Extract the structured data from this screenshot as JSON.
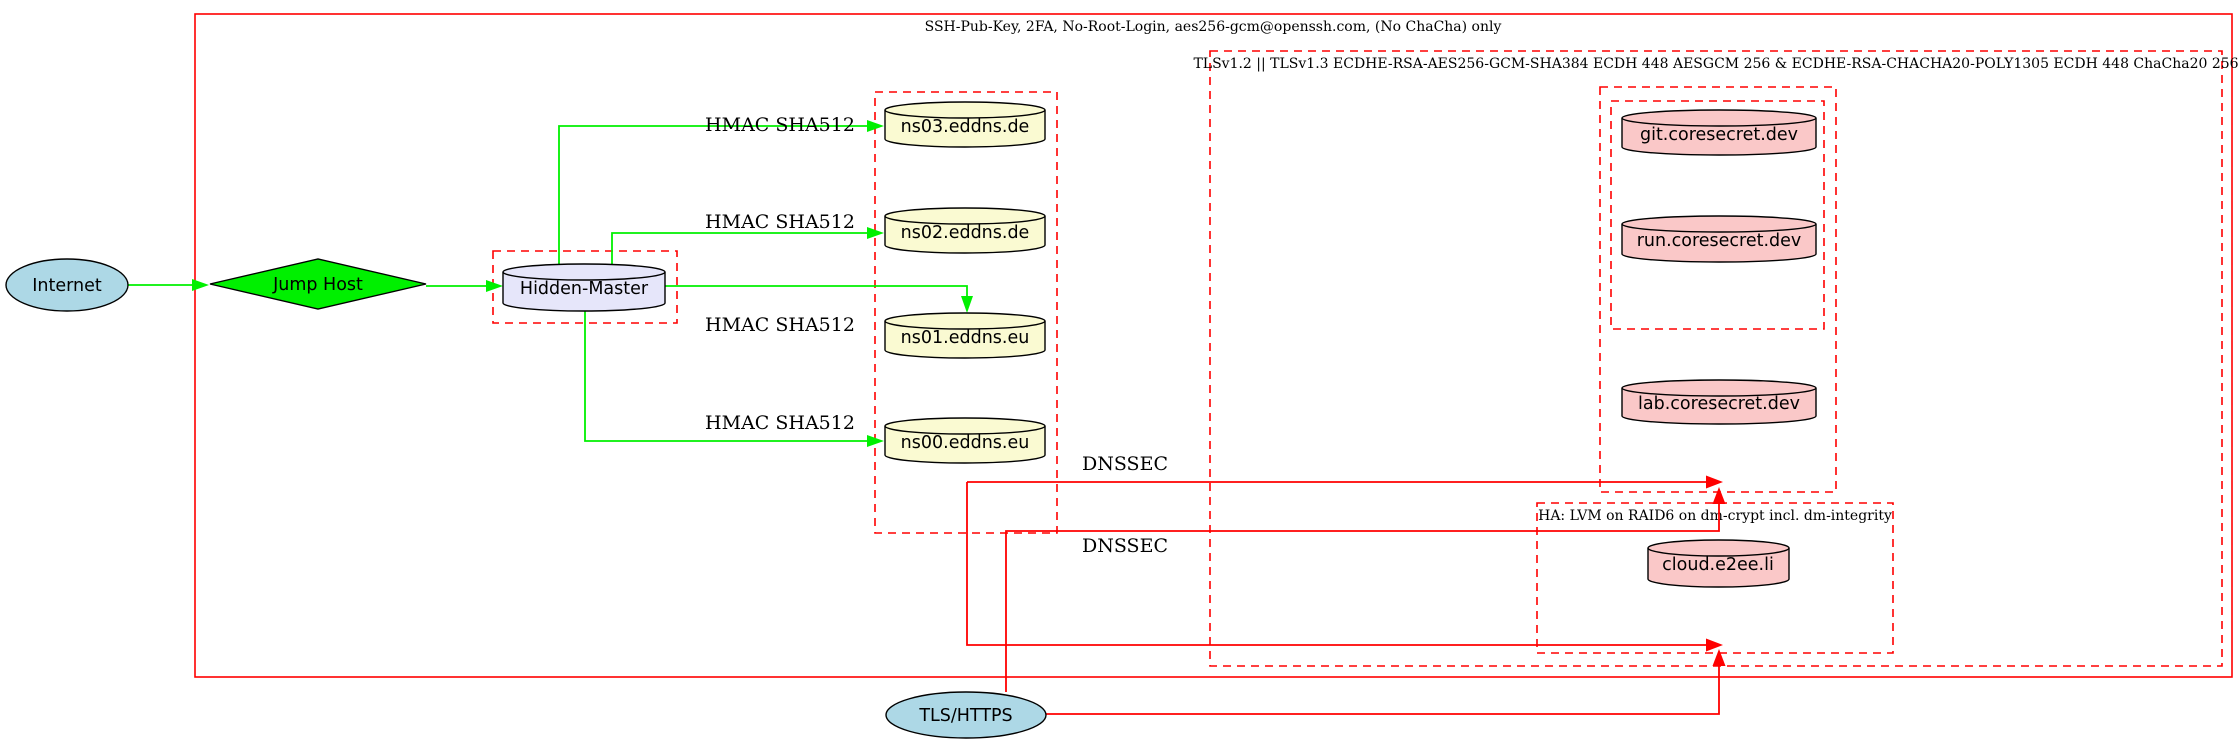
{
  "diagram": {
    "clusters": {
      "ssh": {
        "label": "SSH-Pub-Key, 2FA, No-Root-Login, aes256-gcm@openssh.com, (No ChaCha) only"
      },
      "tls": {
        "label": "TLSv1.2 || TLSv1.3 ECDHE-RSA-AES256-GCM-SHA384 ECDH 448 AESGCM 256 & ECDHE-RSA-CHACHA20-POLY1305 ECDH 448 ChaCha20 256"
      },
      "ha": {
        "label": "HA: LVM on RAID6 on dm-crypt incl. dm-integrity"
      }
    },
    "nodes": {
      "internet": {
        "label": "Internet"
      },
      "jump_host": {
        "label": "Jump Host"
      },
      "hidden_master": {
        "label": "Hidden-Master"
      },
      "ns03": {
        "label": "ns03.eddns.de"
      },
      "ns02": {
        "label": "ns02.eddns.de"
      },
      "ns01": {
        "label": "ns01.eddns.eu"
      },
      "ns00": {
        "label": "ns00.eddns.eu"
      },
      "git": {
        "label": "git.coresecret.dev"
      },
      "run": {
        "label": "run.coresecret.dev"
      },
      "lab": {
        "label": "lab.coresecret.dev"
      },
      "cloud": {
        "label": "cloud.e2ee.li"
      },
      "tls_https": {
        "label": "TLS/HTTPS"
      }
    },
    "edge_labels": {
      "hmac": "HMAC SHA512",
      "dnssec": "DNSSEC"
    },
    "colors": {
      "background": "#ffffff",
      "secure_edge_green": "#00f000",
      "tls_edge_red": "#ff0000",
      "cluster_border_red": "#ff0000",
      "internet_fill": "#add8e6",
      "jump_host_fill": "#00f000",
      "hidden_master_fill": "#e6e6fa",
      "dns_node_fill": "#fafad2",
      "web_node_fill": "#fac8c8",
      "outline": "#000000"
    }
  }
}
